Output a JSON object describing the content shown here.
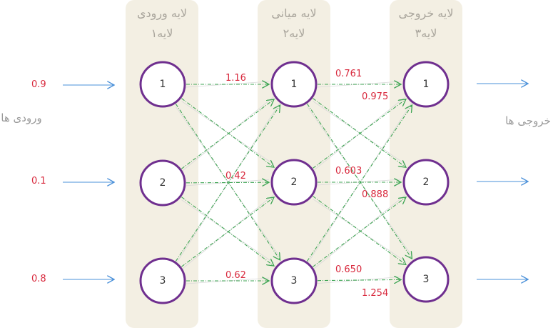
{
  "layers": [
    {
      "title_line1": "لایه ورودی",
      "title_line2": "لایه۱",
      "neurons": [
        "1",
        "2",
        "3"
      ]
    },
    {
      "title_line1": "لایه میانی",
      "title_line2": "لایه۲",
      "neurons": [
        "1",
        "2",
        "3"
      ]
    },
    {
      "title_line1": "لایه خروجی",
      "title_line2": "لایه۳",
      "neurons": [
        "1",
        "2",
        "3"
      ]
    }
  ],
  "inputs": {
    "label": "ورودی ها",
    "values": [
      "0.9",
      "0.1",
      "0.8"
    ]
  },
  "outputs": {
    "label": "خروجی ها"
  },
  "hidden_values": [
    "1.16",
    "0.42",
    "0.62"
  ],
  "output_values": [
    {
      "first": "0.761",
      "second": "0.975"
    },
    {
      "first": "0.603",
      "second": "0.888"
    },
    {
      "first": "0.650",
      "second": "1.254"
    }
  ],
  "colors": {
    "neuron_stroke": "#6f2f8f",
    "edge": "#3fa554",
    "value_text": "#d8283c",
    "io_arrow": "#4a90d9",
    "band": "#f3efe3"
  }
}
